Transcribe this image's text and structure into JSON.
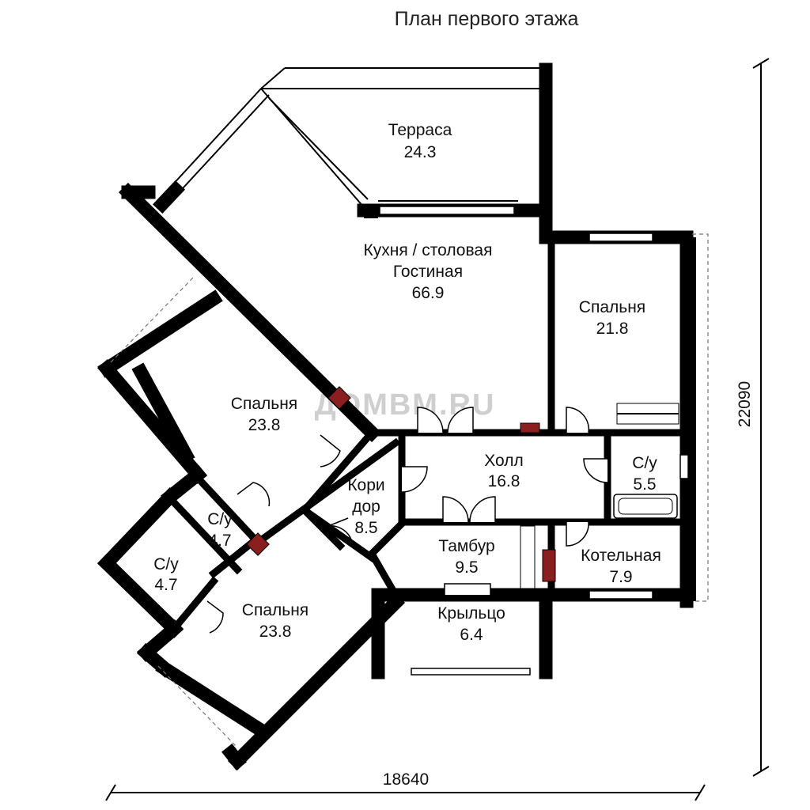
{
  "plan": {
    "title": "План первого этажа",
    "watermark": "ДОМВМ.RU",
    "dimension_width": "18640",
    "dimension_height": "22090"
  },
  "rooms": [
    {
      "id": "terrace",
      "name": "Терраса",
      "area": "24.3"
    },
    {
      "id": "kitchen-living",
      "name": "Кухня / столовая",
      "name2": "Гостиная",
      "area": "66.9"
    },
    {
      "id": "bedroom-ne",
      "name": "Спальня",
      "area": "21.8"
    },
    {
      "id": "bedroom-w",
      "name": "Спальня",
      "area": "23.8"
    },
    {
      "id": "hall",
      "name": "Холл",
      "area": "16.8"
    },
    {
      "id": "bath-e",
      "name": "С/у",
      "area": "5.5"
    },
    {
      "id": "corridor",
      "name": "Кори",
      "name2": "дор",
      "area": "8.5"
    },
    {
      "id": "bath-1",
      "name": "С/у",
      "area": "4.7"
    },
    {
      "id": "bath-2",
      "name": "С/у",
      "area": "4.7"
    },
    {
      "id": "vestibule",
      "name": "Тамбур",
      "area": "9.5"
    },
    {
      "id": "boiler",
      "name": "Котельная",
      "area": "7.9"
    },
    {
      "id": "porch",
      "name": "Крыльцо",
      "area": "6.4"
    },
    {
      "id": "bedroom-sw",
      "name": "Спальня",
      "area": "23.8"
    }
  ],
  "colors": {
    "wall": "#000000",
    "chimney": "#8b1f1f",
    "watermark": "#cfcfcf"
  }
}
